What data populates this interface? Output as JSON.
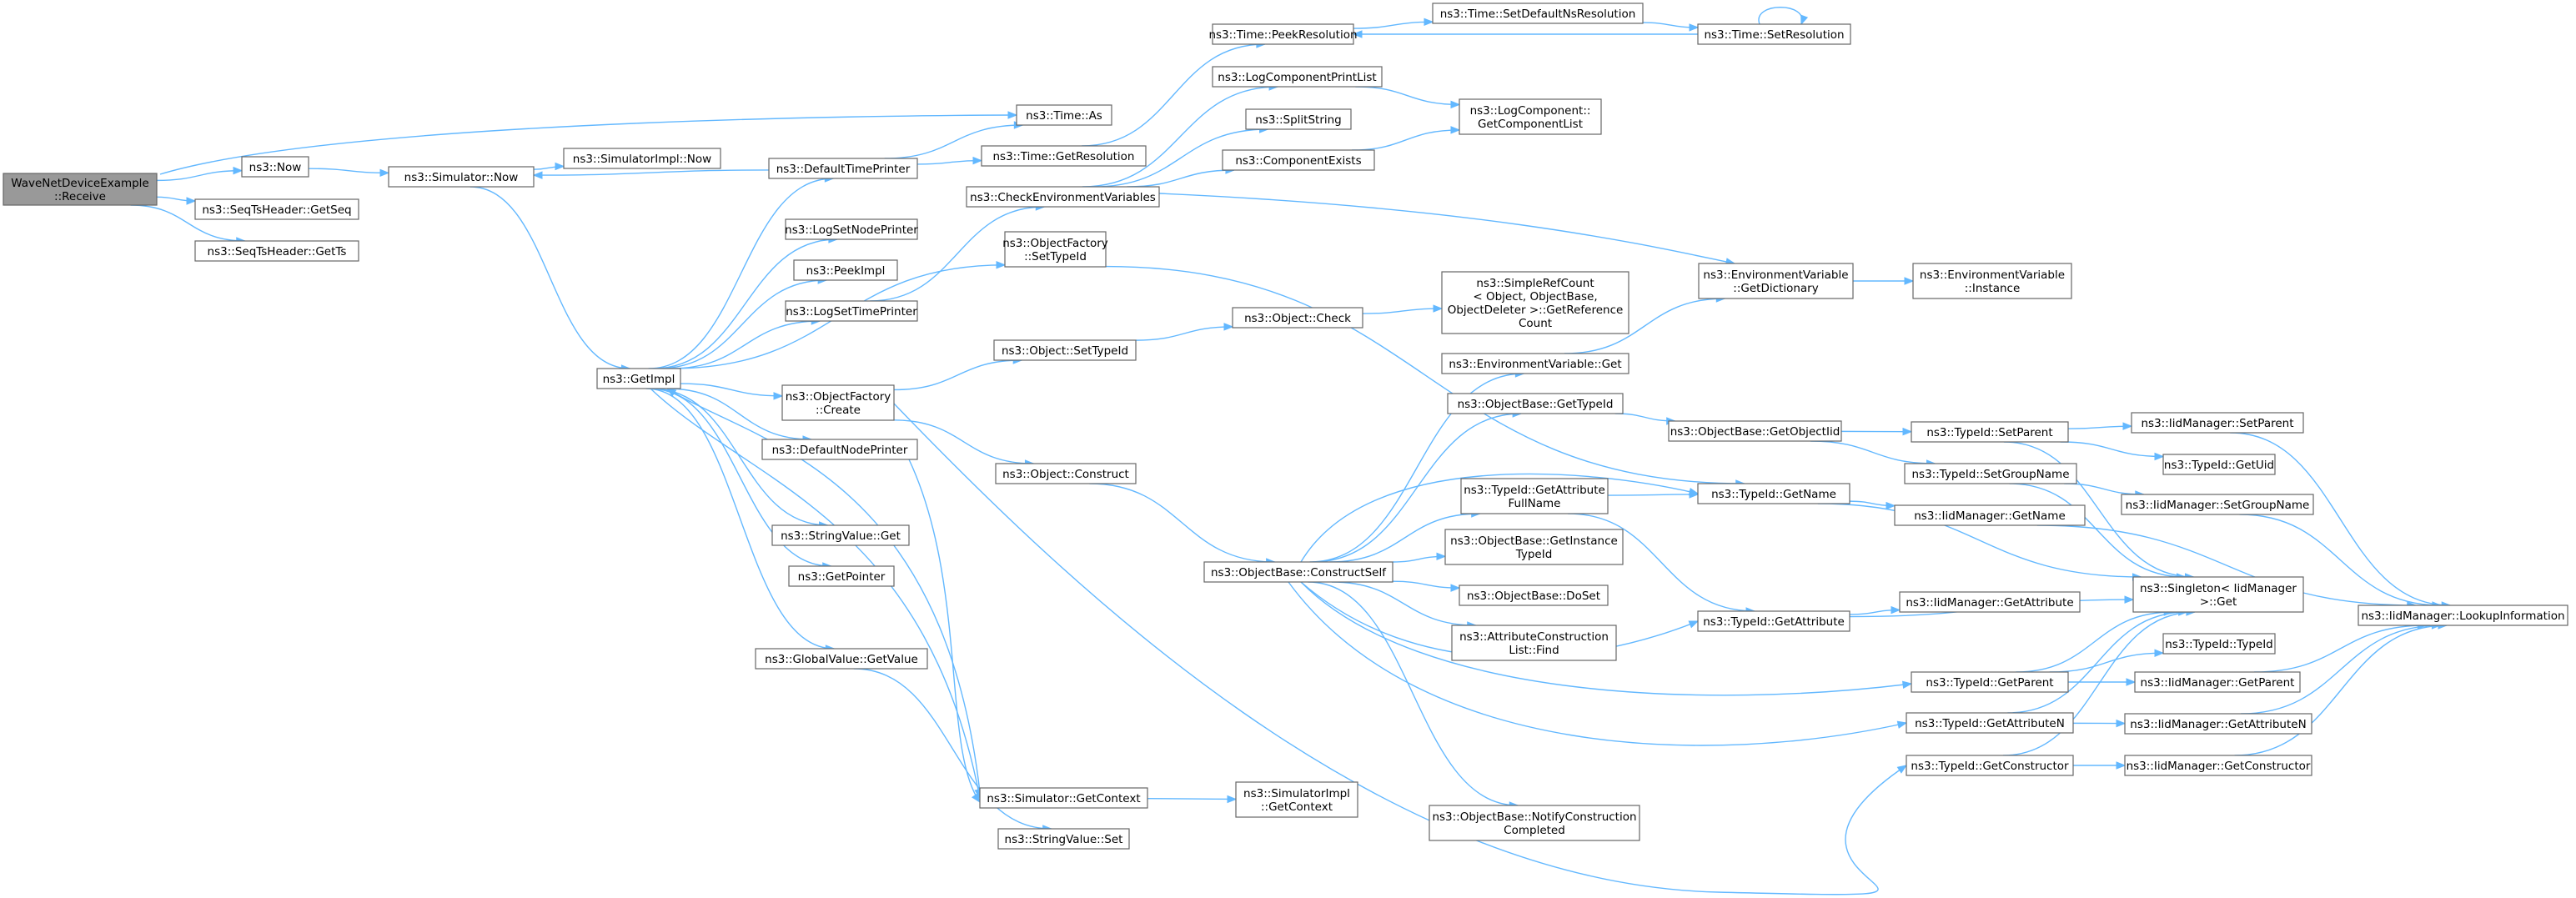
{
  "diagram": {
    "type": "call-graph",
    "colors": {
      "edge": "#63b8ff",
      "node_border": "#666666",
      "root_fill": "#999999",
      "node_fill": "#ffffff"
    },
    "nodes": [
      {
        "id": "root",
        "lines": [
          "WaveNetDeviceExample",
          "::Receive"
        ]
      },
      {
        "id": "now",
        "lines": [
          "ns3::Now"
        ]
      },
      {
        "id": "simnow",
        "lines": [
          "ns3::Simulator::Now"
        ]
      },
      {
        "id": "simimplnow",
        "lines": [
          "ns3::SimulatorImpl::Now"
        ]
      },
      {
        "id": "getseq",
        "lines": [
          "ns3::SeqTsHeader::GetSeq"
        ]
      },
      {
        "id": "getts",
        "lines": [
          "ns3::SeqTsHeader::GetTs"
        ]
      },
      {
        "id": "timeas",
        "lines": [
          "ns3::Time::As"
        ]
      },
      {
        "id": "dtp",
        "lines": [
          "ns3::DefaultTimePrinter"
        ]
      },
      {
        "id": "getres",
        "lines": [
          "ns3::Time::GetResolution"
        ]
      },
      {
        "id": "peekres",
        "lines": [
          "ns3::Time::PeekResolution"
        ]
      },
      {
        "id": "setdefns",
        "lines": [
          "ns3::Time::SetDefaultNsResolution"
        ]
      },
      {
        "id": "setres",
        "lines": [
          "ns3::Time::SetResolution"
        ]
      },
      {
        "id": "lcpl",
        "lines": [
          "ns3::LogComponentPrintList"
        ]
      },
      {
        "id": "lcgcl",
        "lines": [
          "ns3::LogComponent::",
          "GetComponentList"
        ]
      },
      {
        "id": "split",
        "lines": [
          "ns3::SplitString"
        ]
      },
      {
        "id": "compex",
        "lines": [
          "ns3::ComponentExists"
        ]
      },
      {
        "id": "cev",
        "lines": [
          "ns3::CheckEnvironmentVariables"
        ]
      },
      {
        "id": "getimpl",
        "lines": [
          "ns3::GetImpl"
        ]
      },
      {
        "id": "lsnp",
        "lines": [
          "ns3::LogSetNodePrinter"
        ]
      },
      {
        "id": "peekimpl",
        "lines": [
          "ns3::PeekImpl"
        ]
      },
      {
        "id": "lstp",
        "lines": [
          "ns3::LogSetTimePrinter"
        ]
      },
      {
        "id": "ofsettid",
        "lines": [
          "ns3::ObjectFactory",
          "::SetTypeId"
        ]
      },
      {
        "id": "ofcreate",
        "lines": [
          "ns3::ObjectFactory",
          "::Create"
        ]
      },
      {
        "id": "dnp",
        "lines": [
          "ns3::DefaultNodePrinter"
        ]
      },
      {
        "id": "svget",
        "lines": [
          "ns3::StringValue::Get"
        ]
      },
      {
        "id": "getptr",
        "lines": [
          "ns3::GetPointer"
        ]
      },
      {
        "id": "gvget",
        "lines": [
          "ns3::GlobalValue::GetValue"
        ]
      },
      {
        "id": "objsettid",
        "lines": [
          "ns3::Object::SetTypeId"
        ]
      },
      {
        "id": "objcheck",
        "lines": [
          "ns3::Object::Check"
        ]
      },
      {
        "id": "srcgrc",
        "lines": [
          "ns3::SimpleRefCount",
          "< Object, ObjectBase,",
          "ObjectDeleter >::GetReference",
          "Count"
        ]
      },
      {
        "id": "objconstruct",
        "lines": [
          "ns3::Object::Construct"
        ]
      },
      {
        "id": "obcs",
        "lines": [
          "ns3::ObjectBase::ConstructSelf"
        ]
      },
      {
        "id": "simgetctx",
        "lines": [
          "ns3::Simulator::GetContext"
        ]
      },
      {
        "id": "simimplgetctx",
        "lines": [
          "ns3::SimulatorImpl",
          "::GetContext"
        ]
      },
      {
        "id": "svset",
        "lines": [
          "ns3::StringValue::Set"
        ]
      },
      {
        "id": "evgetdict",
        "lines": [
          "ns3::EnvironmentVariable",
          "::GetDictionary"
        ]
      },
      {
        "id": "evinst",
        "lines": [
          "ns3::EnvironmentVariable",
          "::Instance"
        ]
      },
      {
        "id": "evget",
        "lines": [
          "ns3::EnvironmentVariable::Get"
        ]
      },
      {
        "id": "obgettid",
        "lines": [
          "ns3::ObjectBase::GetTypeId"
        ]
      },
      {
        "id": "obgetoid",
        "lines": [
          "ns3::ObjectBase::GetObjectIid"
        ]
      },
      {
        "id": "tidgafn",
        "lines": [
          "ns3::TypeId::GetAttribute",
          "FullName"
        ]
      },
      {
        "id": "obgitid",
        "lines": [
          "ns3::ObjectBase::GetInstance",
          "TypeId"
        ]
      },
      {
        "id": "obdoset",
        "lines": [
          "ns3::ObjectBase::DoSet"
        ]
      },
      {
        "id": "aclfind",
        "lines": [
          "ns3::AttributeConstruction",
          "List::Find"
        ]
      },
      {
        "id": "obnotify",
        "lines": [
          "ns3::ObjectBase::NotifyConstruction",
          "Completed"
        ]
      },
      {
        "id": "tidgetname",
        "lines": [
          "ns3::TypeId::GetName"
        ]
      },
      {
        "id": "tidgetattr",
        "lines": [
          "ns3::TypeId::GetAttribute"
        ]
      },
      {
        "id": "tidgetparent",
        "lines": [
          "ns3::TypeId::GetParent"
        ]
      },
      {
        "id": "tidgetattrn",
        "lines": [
          "ns3::TypeId::GetAttributeN"
        ]
      },
      {
        "id": "tidgetctor",
        "lines": [
          "ns3::TypeId::GetConstructor"
        ]
      },
      {
        "id": "tidsetparent",
        "lines": [
          "ns3::TypeId::SetParent"
        ]
      },
      {
        "id": "tidsetgroup",
        "lines": [
          "ns3::TypeId::SetGroupName"
        ]
      },
      {
        "id": "iidgetname",
        "lines": [
          "ns3::IidManager::GetName"
        ]
      },
      {
        "id": "iidgetattr",
        "lines": [
          "ns3::IidManager::GetAttribute"
        ]
      },
      {
        "id": "singleton",
        "lines": [
          "ns3::Singleton< IidManager",
          ">::Get"
        ]
      },
      {
        "id": "tidtid",
        "lines": [
          "ns3::TypeId::TypeId"
        ]
      },
      {
        "id": "iidsetparent",
        "lines": [
          "ns3::IidManager::SetParent"
        ]
      },
      {
        "id": "tidgetuid",
        "lines": [
          "ns3::TypeId::GetUid"
        ]
      },
      {
        "id": "iidsetgroup",
        "lines": [
          "ns3::IidManager::SetGroupName"
        ]
      },
      {
        "id": "iidgetparent",
        "lines": [
          "ns3::IidManager::GetParent"
        ]
      },
      {
        "id": "iidgetattrn",
        "lines": [
          "ns3::IidManager::GetAttributeN"
        ]
      },
      {
        "id": "iidgetctor",
        "lines": [
          "ns3::IidManager::GetConstructor"
        ]
      },
      {
        "id": "iidlookup",
        "lines": [
          "ns3::IidManager::LookupInformation"
        ]
      }
    ],
    "edges": [
      [
        "root",
        "now"
      ],
      [
        "root",
        "getseq"
      ],
      [
        "root",
        "getts"
      ],
      [
        "root",
        "timeas"
      ],
      [
        "now",
        "simnow"
      ],
      [
        "simnow",
        "simimplnow"
      ],
      [
        "simnow",
        "getimpl"
      ],
      [
        "dtp",
        "simnow"
      ],
      [
        "dtp",
        "timeas"
      ],
      [
        "dtp",
        "getres"
      ],
      [
        "getres",
        "peekres"
      ],
      [
        "peekres",
        "setdefns"
      ],
      [
        "setdefns",
        "setres"
      ],
      [
        "setres",
        "peekres"
      ],
      [
        "setres",
        "setres"
      ],
      [
        "getimpl",
        "dtp"
      ],
      [
        "getimpl",
        "lsnp"
      ],
      [
        "getimpl",
        "peekimpl"
      ],
      [
        "getimpl",
        "lstp"
      ],
      [
        "getimpl",
        "ofsettid"
      ],
      [
        "getimpl",
        "ofcreate"
      ],
      [
        "getimpl",
        "dnp"
      ],
      [
        "getimpl",
        "svget"
      ],
      [
        "getimpl",
        "getptr"
      ],
      [
        "getimpl",
        "gvget"
      ],
      [
        "getimpl",
        "simgetctx"
      ],
      [
        "lstp",
        "cev"
      ],
      [
        "cev",
        "lcpl"
      ],
      [
        "cev",
        "split"
      ],
      [
        "cev",
        "compex"
      ],
      [
        "cev",
        "evgetdict"
      ],
      [
        "lcpl",
        "lcgcl"
      ],
      [
        "compex",
        "lcgcl"
      ],
      [
        "ofsettid",
        "tidgetname"
      ],
      [
        "ofcreate",
        "objsettid"
      ],
      [
        "ofcreate",
        "objconstruct"
      ],
      [
        "ofcreate",
        "tidgetctor"
      ],
      [
        "objsettid",
        "objcheck"
      ],
      [
        "objcheck",
        "srcgrc"
      ],
      [
        "objconstruct",
        "obcs"
      ],
      [
        "dnp",
        "simgetctx"
      ],
      [
        "gvget",
        "svset"
      ],
      [
        "simgetctx",
        "simimplgetctx"
      ],
      [
        "simgetctx",
        "getimpl"
      ],
      [
        "obcs",
        "evget"
      ],
      [
        "obcs",
        "obgettid"
      ],
      [
        "obcs",
        "tidgetname"
      ],
      [
        "obcs",
        "tidgafn"
      ],
      [
        "obcs",
        "obgitid"
      ],
      [
        "obcs",
        "obdoset"
      ],
      [
        "obcs",
        "aclfind"
      ],
      [
        "obcs",
        "obnotify"
      ],
      [
        "obcs",
        "tidgetattr"
      ],
      [
        "obcs",
        "tidgetparent"
      ],
      [
        "obcs",
        "tidgetattrn"
      ],
      [
        "evget",
        "evgetdict"
      ],
      [
        "evgetdict",
        "evinst"
      ],
      [
        "obgettid",
        "obgetoid"
      ],
      [
        "obgetoid",
        "tidsetparent"
      ],
      [
        "obgetoid",
        "tidsetgroup"
      ],
      [
        "tidgafn",
        "tidgetname"
      ],
      [
        "tidgafn",
        "tidgetattr"
      ],
      [
        "tidgetname",
        "iidgetname"
      ],
      [
        "tidgetname",
        "singleton"
      ],
      [
        "tidgetattr",
        "iidgetattr"
      ],
      [
        "tidgetattr",
        "singleton"
      ],
      [
        "tidgetparent",
        "singleton"
      ],
      [
        "tidgetparent",
        "tidtid"
      ],
      [
        "tidgetparent",
        "iidgetparent"
      ],
      [
        "tidgetattrn",
        "singleton"
      ],
      [
        "tidgetattrn",
        "iidgetattrn"
      ],
      [
        "tidgetctor",
        "singleton"
      ],
      [
        "tidgetctor",
        "iidgetctor"
      ],
      [
        "tidsetparent",
        "iidsetparent"
      ],
      [
        "tidsetparent",
        "tidgetuid"
      ],
      [
        "tidsetparent",
        "singleton"
      ],
      [
        "tidsetgroup",
        "iidsetgroup"
      ],
      [
        "tidsetgroup",
        "singleton"
      ],
      [
        "iidgetname",
        "iidlookup"
      ],
      [
        "iidsetparent",
        "iidlookup"
      ],
      [
        "iidsetgroup",
        "iidlookup"
      ],
      [
        "iidgetparent",
        "iidlookup"
      ],
      [
        "iidgetattrn",
        "iidlookup"
      ],
      [
        "iidgetctor",
        "iidlookup"
      ]
    ]
  }
}
